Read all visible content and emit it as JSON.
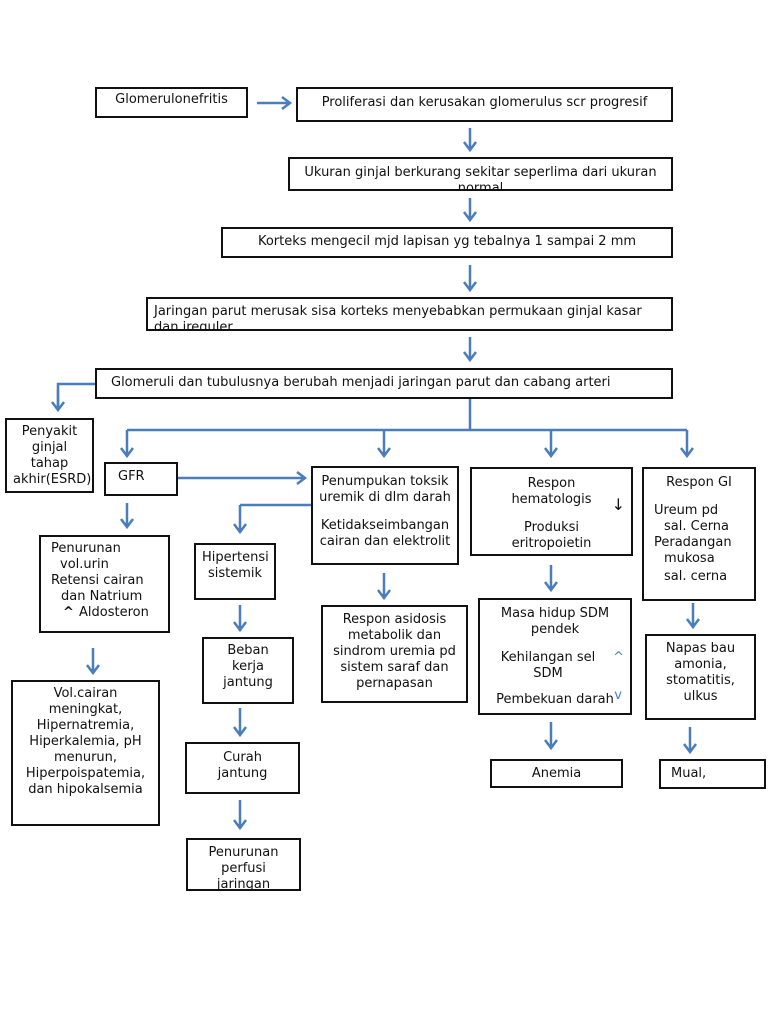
{
  "colors": {
    "arrow": "#4a7ebb",
    "border": "#111111"
  },
  "nodes": {
    "glomerulonefritis": "Glomerulonefritis",
    "proliferasi": "Proliferasi dan kerusakan glomerulus scr progresif",
    "ukuran": "Ukuran ginjal berkurang sekitar seperlima dari ukuran normal",
    "korteks": "Korteks mengecil mjd lapisan yg tebalnya 1 sampai 2 mm",
    "jaringan_parut": "Jaringan parut merusak sisa korteks menyebabkan permukaan ginjal kasar dan ireguler",
    "glomeruli": "Glomeruli dan tubulusnya berubah menjadi jaringan parut dan cabang  arteri",
    "penyakit": "Penyakit ginjal tahap akhir(ESRD)",
    "gfr": "GFR",
    "penumpukan": [
      "Penumpukan toksik uremik di dlm darah",
      "Ketidakseimbangan cairan dan elektrolit"
    ],
    "respon_hema": [
      "Respon hematologis",
      "Produksi eritropoietin"
    ],
    "respon_gi": [
      "Respon GI",
      "Ureum pd",
      "sal. Cerna",
      "Peradangan",
      "mukosa",
      "sal. cerna"
    ],
    "penurunan": [
      "Penurunan",
      "vol.urin",
      "Retensi cairan",
      "dan Natrium",
      "Aldosteron"
    ],
    "hipertensi": "Hipertensi sistemik",
    "asidosis": "Respon asidosis metabolik dan sindrom uremia pd sistem saraf dan pernapasan",
    "masa_hidup": [
      "Masa hidup SDM pendek",
      "Kehilangan sel SDM",
      "Pembekuan darah"
    ],
    "napas": "Napas bau amonia, stomatitis, ulkus",
    "vol_cairan": "Vol.cairan meningkat, Hipernatremia, Hiperkalemia, pH menurun, Hiperpoispatemia, dan hipokalsemia",
    "beban": "Beban kerja jantung",
    "curah": "Curah jantung",
    "anemia": "Anemia",
    "mual": "Mual,",
    "perfusi": "Penurunan perfusi jaringan"
  },
  "symbols": {
    "down": "↓",
    "up": "^",
    "small_down": "v"
  }
}
